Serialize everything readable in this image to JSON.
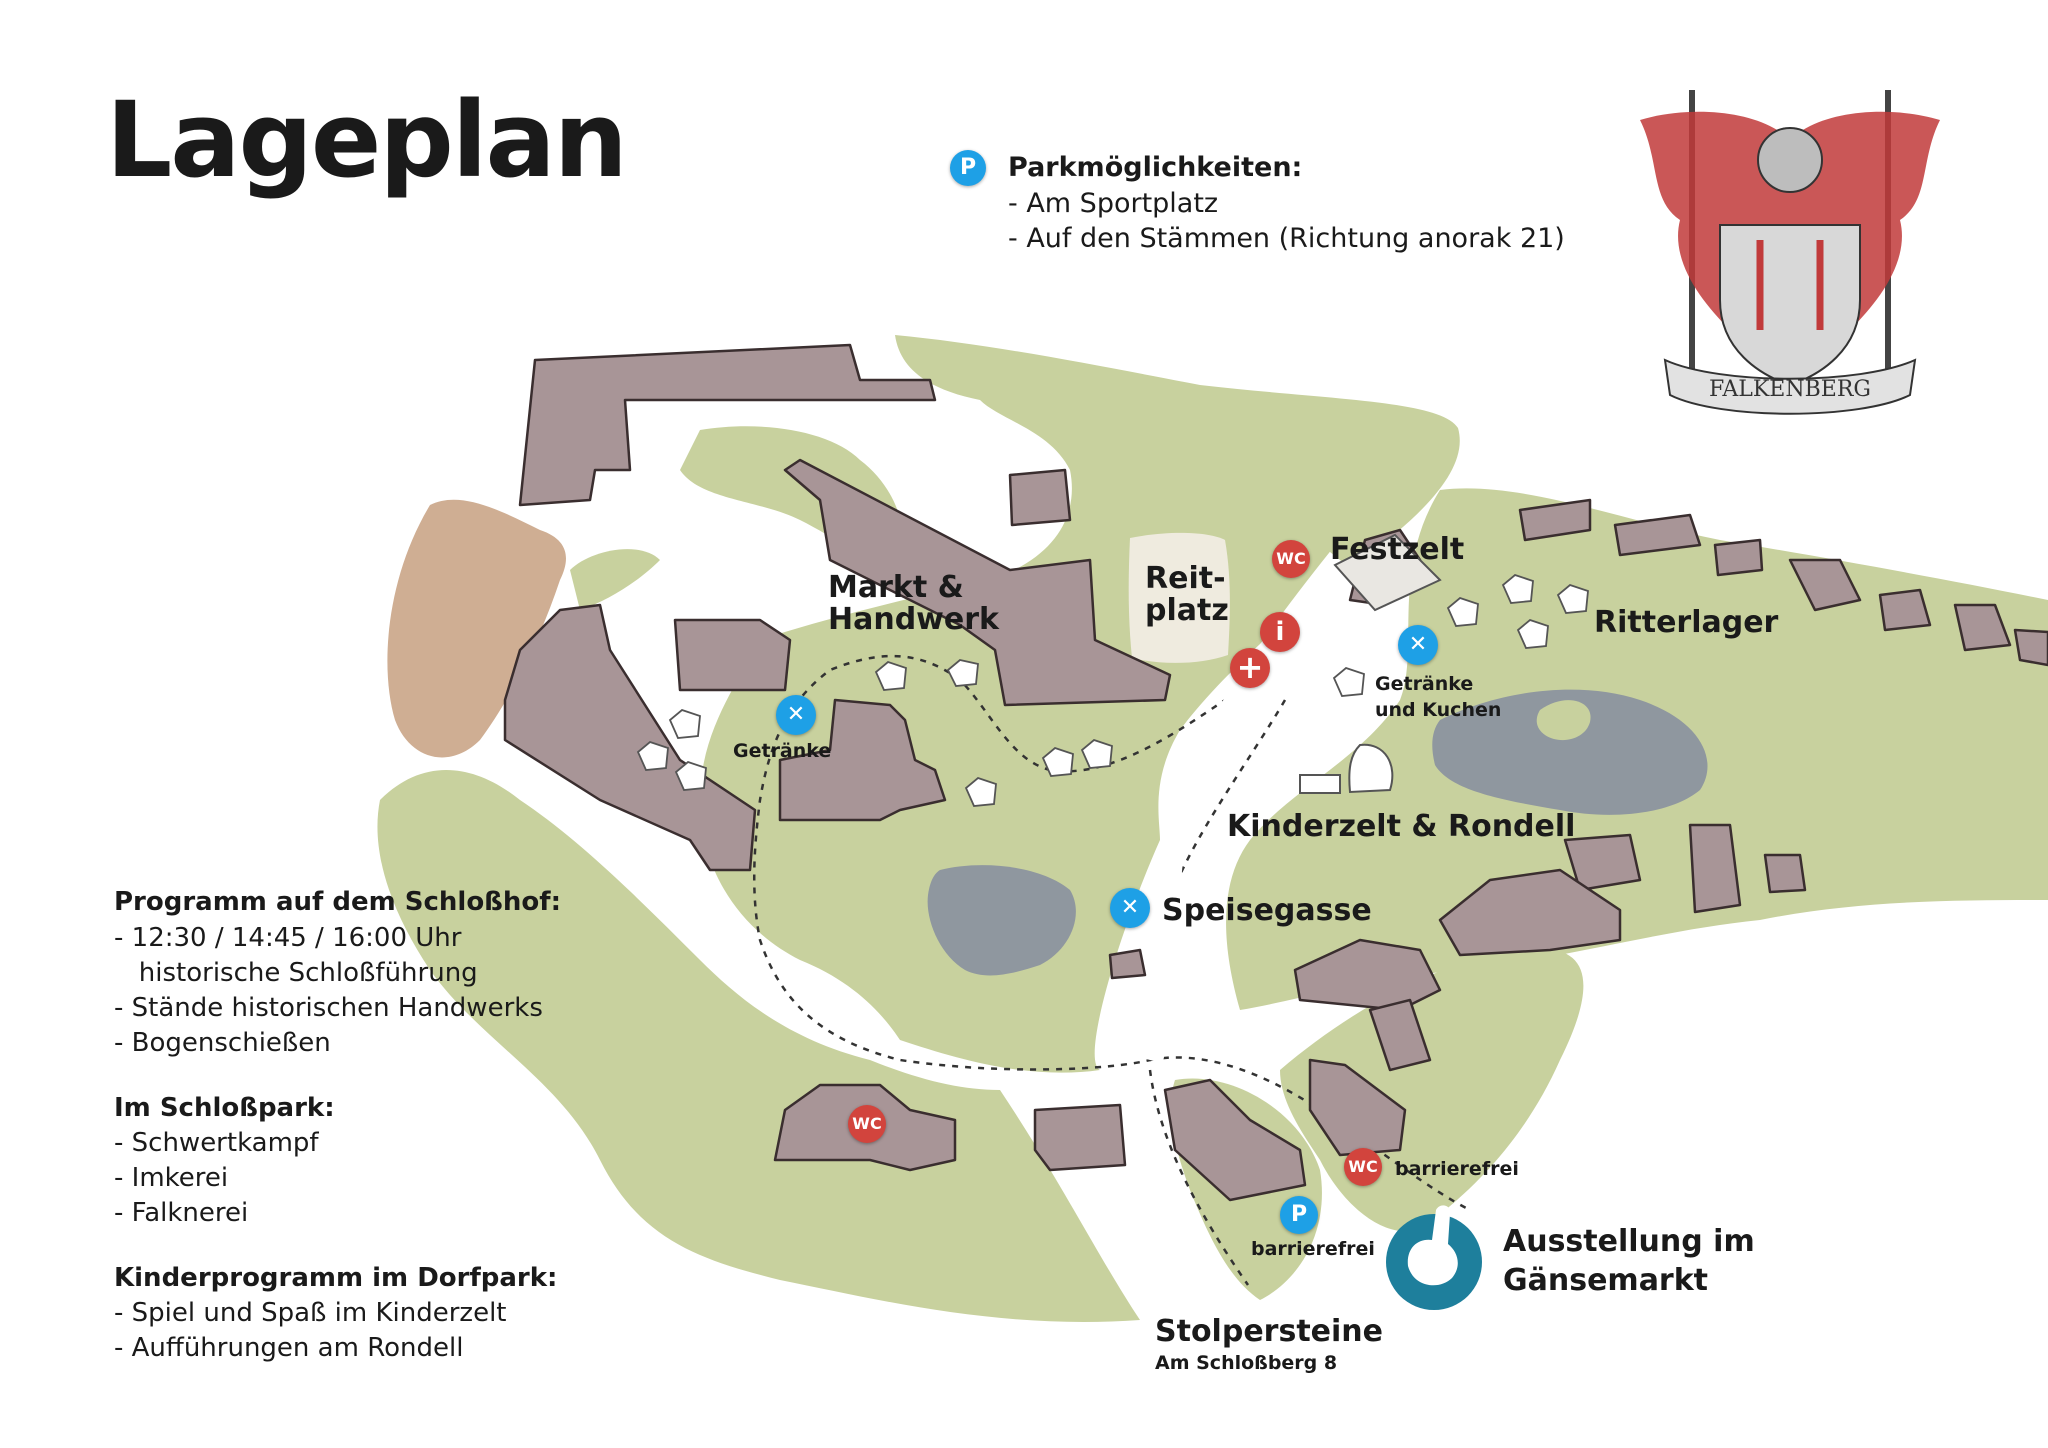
{
  "title": "Lageplan",
  "parking": {
    "heading": "Parkmöglichkeiten:",
    "items": [
      "- Am Sportplatz",
      "- Auf den Stämmen (Richtung anorak 21)"
    ]
  },
  "crest": {
    "banner": "FALKENBERG"
  },
  "labels": {
    "markt": "Markt &\nHandwerk",
    "reitplatz": "Reit-\nplatz",
    "festzelt": "Festzelt",
    "ritterlager": "Ritterlager",
    "getraenke": "Getränke",
    "getraenke_kuchen": "Getränke\nund Kuchen",
    "kinderzelt": "Kinderzelt & Rondell",
    "speisegasse": "Speisegasse",
    "barrierefrei_wc": "barrierefrei",
    "barrierefrei_p": "barrierefrei",
    "ausstellung": "Ausstellung im\nGänsemarkt",
    "stolpersteine": "Stolpersteine",
    "stolpersteine_sub": "Am Schloßberg 8"
  },
  "icons": {
    "wc": "WC",
    "parking": "P",
    "info": "i",
    "first_aid": "+"
  },
  "program": {
    "schlosshof": {
      "heading": "Programm auf dem Schloßhof:",
      "items": [
        "- 12:30 / 14:45 / 16:00 Uhr",
        "   historische Schloßführung",
        "- Stände historischen Handwerks",
        "- Bogenschießen"
      ]
    },
    "schlosspark": {
      "heading": "Im Schloßpark:",
      "items": [
        "- Schwertkampf",
        "- Imkerei",
        "- Falknerei"
      ]
    },
    "dorfpark": {
      "heading": "Kinderprogramm im Dorfpark:",
      "items": [
        "- Spiel und Spaß im Kinderzelt",
        "- Aufführungen am Rondell"
      ]
    }
  },
  "colors": {
    "park_green": "#c8d19e",
    "building": "#a89597",
    "water": "#8f979f",
    "sand": "#cfae93",
    "reitplatz": "#efebdf",
    "wc_red": "#d2443d",
    "parking_blue": "#1ea0e6",
    "goose_teal": "#1e7f9c"
  }
}
